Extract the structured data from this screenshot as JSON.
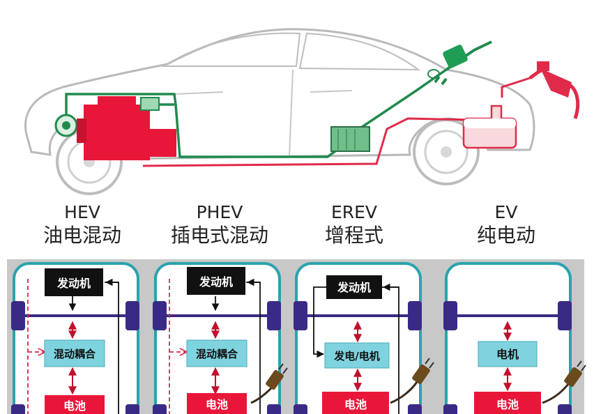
{
  "types": [
    {
      "en": "HEV",
      "cn": "油电混动"
    },
    {
      "en": "PHEV",
      "cn": "插电式混动"
    },
    {
      "en": "EREV",
      "cn": "增程式"
    },
    {
      "en": "EV",
      "cn": "纯电动"
    }
  ],
  "panels": {
    "hev": {
      "engine": "发动机",
      "coupler": "混动耦合",
      "battery": "电池"
    },
    "phev": {
      "engine": "发动机",
      "coupler": "混动耦合",
      "battery": "电池"
    },
    "erev": {
      "engine": "发动机",
      "generator": "发电/电机",
      "battery": "电池"
    },
    "ev": {
      "motor": "电机",
      "battery": "电池"
    }
  },
  "colors": {
    "engine_red": "#e8173a",
    "electric_green": "#1f8a4c",
    "fuel_red": "#e02a4a",
    "node_cyan": "#7fd3df",
    "frame_teal": "#2aa3ad",
    "axle_purple": "#3a2a86",
    "panel_bg": "#c8c8c8"
  },
  "icons": [
    "car-outline",
    "engine-icon",
    "motor-icon",
    "battery-pack-icon",
    "charge-plug-icon",
    "fuel-nozzle-icon",
    "fuel-tank-icon"
  ]
}
